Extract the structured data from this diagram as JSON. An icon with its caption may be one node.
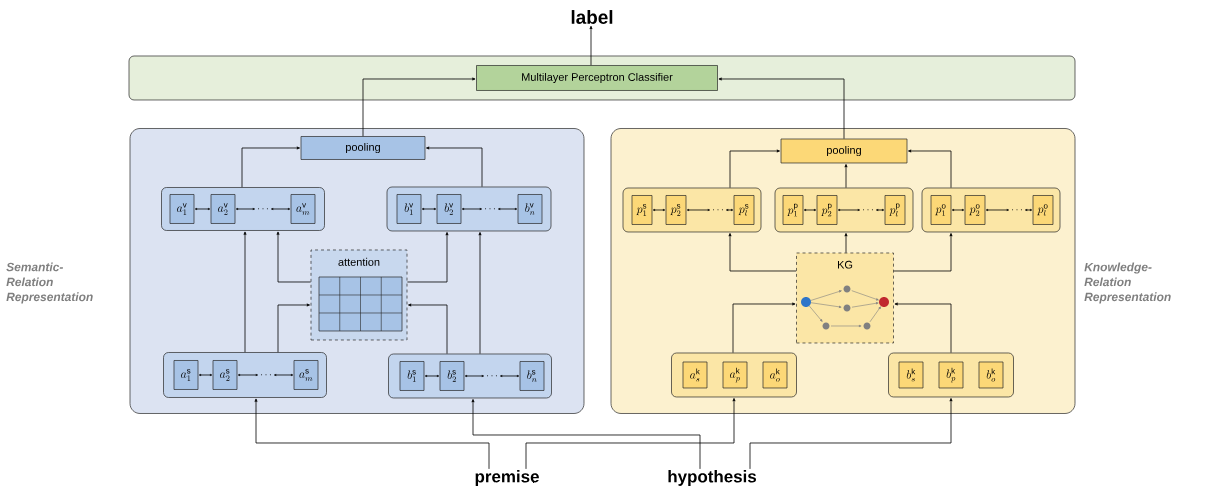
{
  "diagram": {
    "nodes": [
      {
        "text": [
          "label"
        ]
      },
      {
        "text": [],
        "shape": "box"
      },
      {
        "text": [
          "Multilayer Perceptron Classifier"
        ],
        "in": 1
      },
      {
        "text": [
          "Semantic-Relation Representation"
        ]
      },
      {
        "text": [
          "pooling"
        ],
        "in": 3
      },
      {
        "text": [],
        "shape": "box",
        "in": 3
      },
      {
        "text": [
          "a_1^{\\mathrm{v}}"
        ],
        "in": 5
      },
      {
        "text": [
          "a_2^{\\mathrm{v}}"
        ],
        "in": 5
      },
      {
        "text": [
          "\\cdots"
        ],
        "in": 5
      },
      {
        "text": [
          "a_m^{\\mathrm{v}}"
        ],
        "in": 5
      },
      {
        "text": [],
        "shape": "box",
        "in": 3
      },
      {
        "text": [
          "b_1^{\\mathrm{v}}"
        ],
        "in": 10
      },
      {
        "text": [
          "b_2^{\\mathrm{v}}"
        ],
        "in": 10
      },
      {
        "text": [
          "\\cdots"
        ],
        "in": 10
      },
      {
        "text": [
          "b_n^{\\mathrm{v}}"
        ],
        "in": 10
      },
      {
        "text": [
          "attention"
        ],
        "in": 3
      },
      {
        "text": [],
        "shape": "box",
        "in": 3
      },
      {
        "text": [
          "a_1^{\\mathrm{s}}"
        ],
        "in": 16
      },
      {
        "text": [
          "a_2^{\\mathrm{s}}"
        ],
        "in": 16
      },
      {
        "text": [
          "\\cdots"
        ],
        "in": 16
      },
      {
        "text": [
          "a_m^{\\mathrm{s}}"
        ],
        "in": 16
      },
      {
        "text": [],
        "shape": "box",
        "in": 3
      },
      {
        "text": [
          "b_1^{\\mathrm{s}}"
        ],
        "in": 21
      },
      {
        "text": [
          "b_2^{\\mathrm{s}}"
        ],
        "in": 21
      },
      {
        "text": [
          "\\cdots"
        ],
        "in": 21
      },
      {
        "text": [
          "b_n^{\\mathrm{s}}"
        ],
        "in": 21
      },
      {
        "text": [
          "Knowledge-Relation Representation"
        ]
      },
      {
        "text": [
          "pooling"
        ],
        "in": 26
      },
      {
        "text": [],
        "shape": "box",
        "in": 26
      },
      {
        "text": [
          "p_1^{\\mathrm{s}}"
        ],
        "in": 28
      },
      {
        "text": [
          "p_2^{\\mathrm{s}}"
        ],
        "in": 28
      },
      {
        "text": [
          "\\cdots"
        ],
        "in": 28
      },
      {
        "text": [
          "p_l^{\\mathrm{s}}"
        ],
        "in": 28
      },
      {
        "text": [],
        "shape": "box",
        "in": 26
      },
      {
        "text": [
          "p_1^{\\mathrm{p}}"
        ],
        "in": 33
      },
      {
        "text": [
          "p_2^{\\mathrm{p}}"
        ],
        "in": 33
      },
      {
        "text": [
          "\\cdots"
        ],
        "in": 33
      },
      {
        "text": [
          "p_l^{\\mathrm{p}}"
        ],
        "in": 33
      },
      {
        "text": [],
        "shape": "box",
        "in": 26
      },
      {
        "text": [
          "p_1^{\\mathrm{o}}"
        ],
        "in": 38
      },
      {
        "text": [
          "p_2^{\\mathrm{o}}"
        ],
        "in": 38
      },
      {
        "text": [
          "\\cdots"
        ],
        "in": 38
      },
      {
        "text": [
          "p_l^{\\mathrm{o}}"
        ],
        "in": 38
      },
      {
        "text": [
          "KG"
        ],
        "in": 26
      },
      {
        "text": [],
        "shape": "box",
        "in": 26
      },
      {
        "text": [
          "a_s^{\\mathrm{k}}"
        ],
        "in": 44
      },
      {
        "text": [
          "a_p^{\\mathrm{k}}"
        ],
        "in": 44
      },
      {
        "text": [
          "a_o^{\\mathrm{k}}"
        ],
        "in": 44
      },
      {
        "text": [],
        "shape": "box",
        "in": 26
      },
      {
        "text": [
          "b_s^{\\mathrm{k}}"
        ],
        "in": 48
      },
      {
        "text": [
          "b_p^{\\mathrm{k}}"
        ],
        "in": 48
      },
      {
        "text": [
          "b_o^{\\mathrm{k}}"
        ],
        "in": 48
      },
      {
        "text": [
          "premise"
        ]
      },
      {
        "text": [
          "hypothesis"
        ]
      }
    ],
    "edges": [
      {
        "from": 2,
        "to": 0,
        "arrow": "to"
      },
      {
        "from": 4,
        "to": 2,
        "arrow": "to"
      },
      {
        "from": 27,
        "to": 2,
        "arrow": "to"
      },
      {
        "from": 5,
        "to": 4,
        "arrow": "to"
      },
      {
        "from": 10,
        "to": 4,
        "arrow": "to"
      },
      {
        "from": 16,
        "to": 5,
        "arrow": "to"
      },
      {
        "from": 16,
        "to": 15,
        "arrow": "to"
      },
      {
        "from": 15,
        "to": 5,
        "arrow": "to"
      },
      {
        "from": 21,
        "to": 15,
        "arrow": "to"
      },
      {
        "from": 15,
        "to": 10,
        "arrow": "to"
      },
      {
        "from": 21,
        "to": 10,
        "arrow": "to"
      },
      {
        "from": 6,
        "to": 7,
        "arrow": "both"
      },
      {
        "from": 7,
        "to": 8,
        "arrow": "both"
      },
      {
        "from": 8,
        "to": 9,
        "arrow": "both"
      },
      {
        "from": 11,
        "to": 12,
        "arrow": "both"
      },
      {
        "from": 12,
        "to": 13,
        "arrow": "both"
      },
      {
        "from": 13,
        "to": 14,
        "arrow": "both"
      },
      {
        "from": 17,
        "to": 18,
        "arrow": "both"
      },
      {
        "from": 18,
        "to": 19,
        "arrow": "both"
      },
      {
        "from": 19,
        "to": 20,
        "arrow": "both"
      },
      {
        "from": 22,
        "to": 23,
        "arrow": "both"
      },
      {
        "from": 23,
        "to": 24,
        "arrow": "both"
      },
      {
        "from": 24,
        "to": 25,
        "arrow": "both"
      },
      {
        "from": 29,
        "to": 30,
        "arrow": "both"
      },
      {
        "from": 30,
        "to": 31,
        "arrow": "both"
      },
      {
        "from": 31,
        "to": 32,
        "arrow": "both"
      },
      {
        "from": 34,
        "to": 35,
        "arrow": "both"
      },
      {
        "from": 35,
        "to": 36,
        "arrow": "both"
      },
      {
        "from": 36,
        "to": 37,
        "arrow": "both"
      },
      {
        "from": 39,
        "to": 40,
        "arrow": "both"
      },
      {
        "from": 40,
        "to": 41,
        "arrow": "both"
      },
      {
        "from": 41,
        "to": 42,
        "arrow": "both"
      },
      {
        "from": 28,
        "to": 27,
        "arrow": "to"
      },
      {
        "from": 33,
        "to": 27,
        "arrow": "to"
      },
      {
        "from": 38,
        "to": 27,
        "arrow": "to"
      },
      {
        "from": 43,
        "to": 28,
        "arrow": "to"
      },
      {
        "from": 43,
        "to": 33,
        "arrow": "to"
      },
      {
        "from": 43,
        "to": 38,
        "arrow": "to"
      },
      {
        "from": 44,
        "to": 43,
        "arrow": "to"
      },
      {
        "from": 48,
        "to": 43,
        "arrow": "to"
      },
      {
        "from": 52,
        "to": 16,
        "arrow": "to"
      },
      {
        "from": 52,
        "to": 44,
        "arrow": "to"
      },
      {
        "from": 53,
        "to": 21,
        "arrow": "to"
      },
      {
        "from": 53,
        "to": 48,
        "arrow": "to"
      }
    ]
  }
}
